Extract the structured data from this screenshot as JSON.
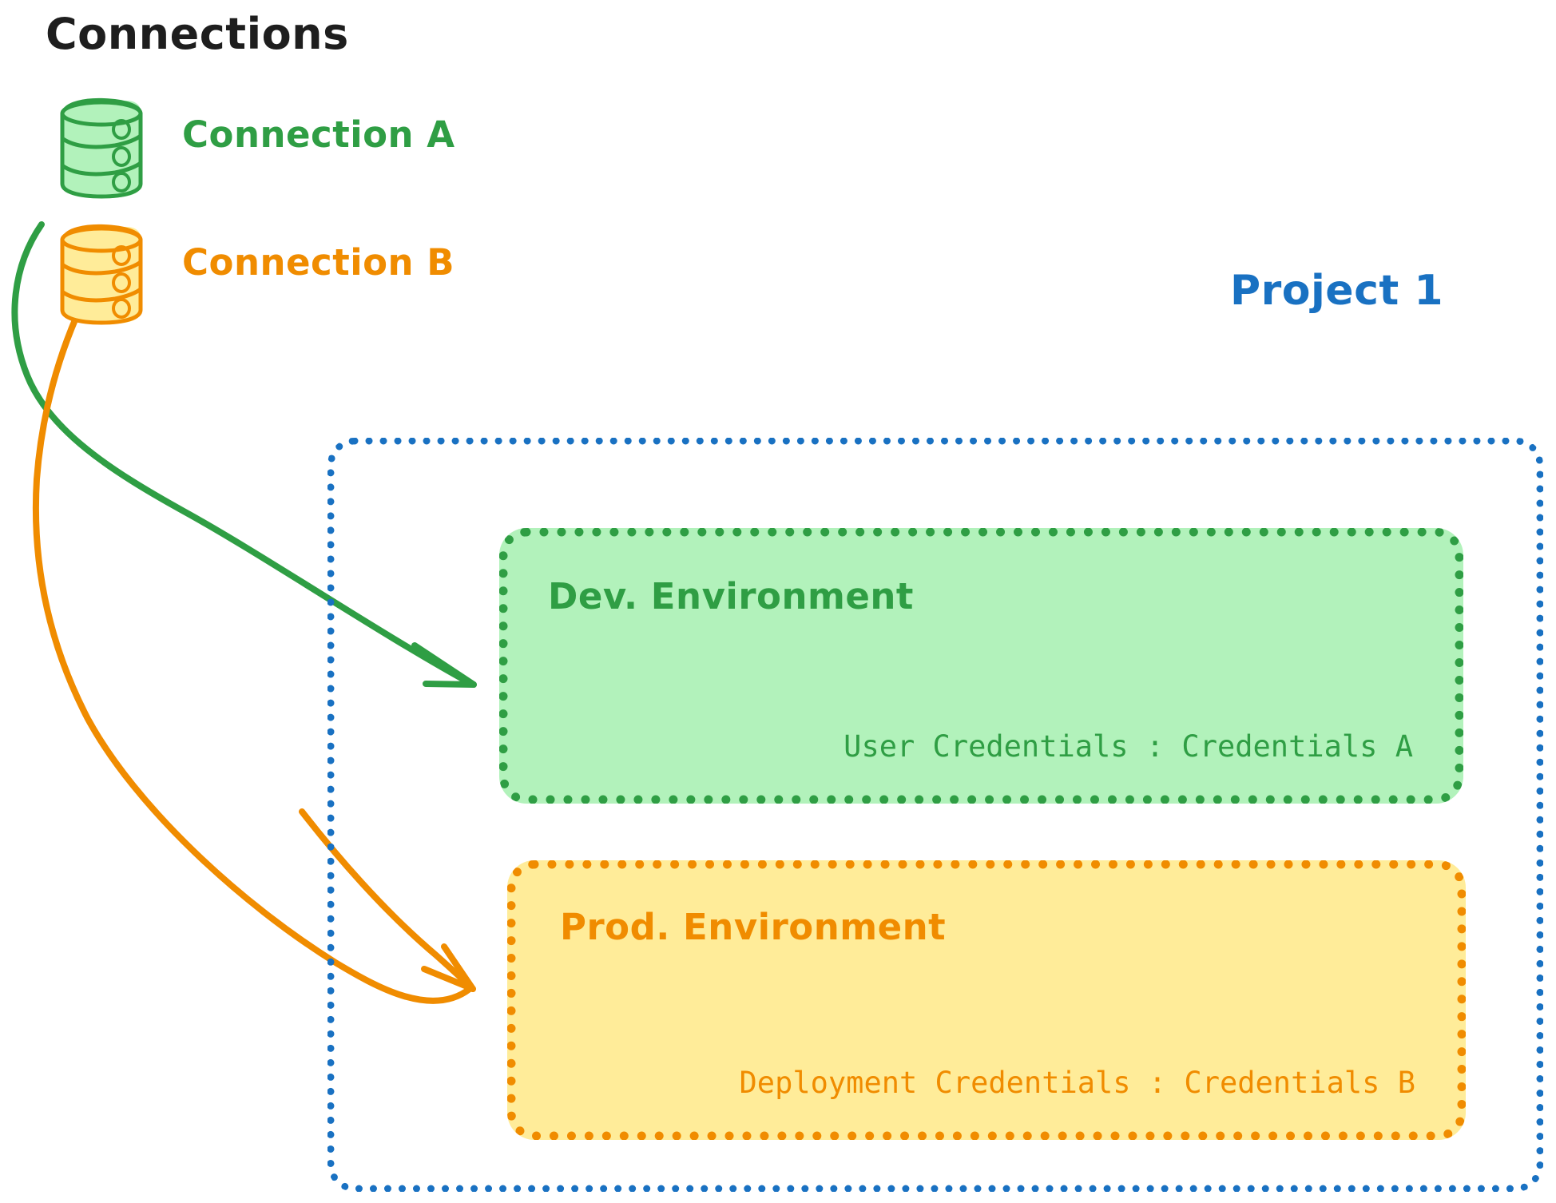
{
  "diagram": {
    "type": "architecture-diagram",
    "background": "#ffffff",
    "title": "Connections"
  },
  "colors": {
    "black": "#1e1e1e",
    "green": "#2f9e44",
    "green_fill": "#b2f2bb",
    "orange": "#f08c00",
    "orange_fill": "#ffec99",
    "blue": "#1971c2"
  },
  "connections": {
    "heading": "Connections",
    "items": [
      {
        "label": "Connection A",
        "icon": "database-cylinder-icon",
        "color": "#2f9e44",
        "fill": "#b2f2bb"
      },
      {
        "label": "Connection B",
        "icon": "database-cylinder-icon",
        "color": "#f08c00",
        "fill": "#ffec99"
      }
    ]
  },
  "project": {
    "label": "Project 1",
    "color": "#1971c2",
    "border_style": "dotted",
    "environments": [
      {
        "title": "Dev. Environment",
        "credential_label": "User Credentials",
        "credential_separator": ":",
        "credential_value": "Credentials A",
        "credential_line": "User Credentials : Credentials A",
        "color": "#2f9e44",
        "fill": "#b2f2bb"
      },
      {
        "title": "Prod. Environment",
        "credential_label": "Deployment Credentials",
        "credential_separator": ":",
        "credential_value": "Credentials B",
        "credential_line": "Deployment Credentials : Credentials B",
        "color": "#f08c00",
        "fill": "#ffec99"
      }
    ]
  },
  "arrows": [
    {
      "name": "arrow-connection-a-to-dev",
      "from": "Connection A",
      "to": "Dev. Environment",
      "color": "#2f9e44"
    },
    {
      "name": "arrow-connection-b-to-prod",
      "from": "Connection B",
      "to": "Prod. Environment",
      "color": "#f08c00"
    }
  ]
}
